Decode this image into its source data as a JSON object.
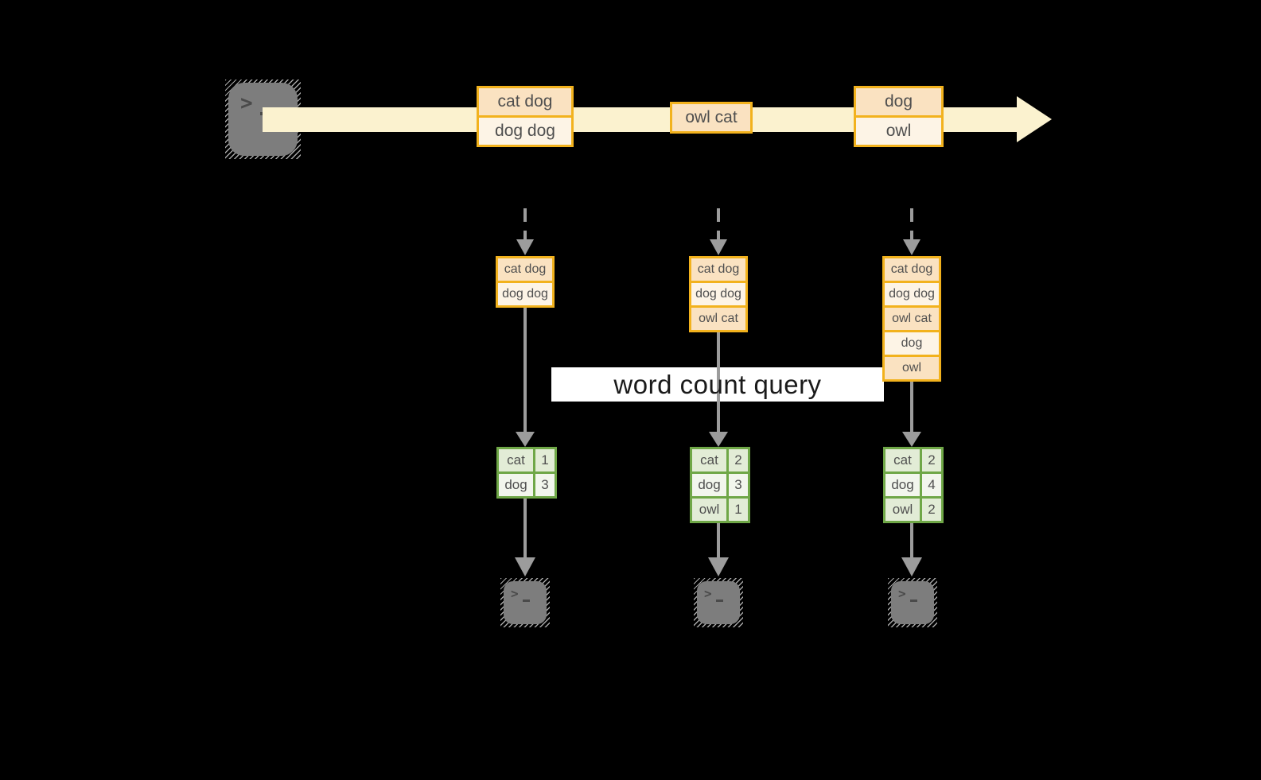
{
  "banner": {
    "label": "word count query"
  },
  "terminal": {
    "prompt_glyph": ">"
  },
  "stream": {
    "events": [
      {
        "rows": [
          "cat dog",
          "dog dog"
        ]
      },
      {
        "rows": [
          "owl cat"
        ]
      },
      {
        "rows": [
          "dog",
          "owl"
        ]
      }
    ]
  },
  "columns": [
    {
      "stack": [
        "cat dog",
        "dog dog"
      ],
      "counts": [
        {
          "word": "cat",
          "count": "1"
        },
        {
          "word": "dog",
          "count": "3"
        }
      ]
    },
    {
      "stack": [
        "cat dog",
        "dog dog",
        "owl cat"
      ],
      "counts": [
        {
          "word": "cat",
          "count": "2"
        },
        {
          "word": "dog",
          "count": "3"
        },
        {
          "word": "owl",
          "count": "1"
        }
      ]
    },
    {
      "stack": [
        "cat dog",
        "dog dog",
        "owl cat",
        "dog",
        "owl"
      ],
      "counts": [
        {
          "word": "cat",
          "count": "2"
        },
        {
          "word": "dog",
          "count": "4"
        },
        {
          "word": "owl",
          "count": "2"
        }
      ]
    }
  ],
  "colors": {
    "background": "#000000",
    "stream_arrow": "#fbf2cf",
    "event_border": "#f2b21d",
    "event_fill_odd": "#fae2c1",
    "event_fill_even": "#fdf4e6",
    "count_border": "#6fa747",
    "count_fill_odd": "#e2ecd6",
    "count_fill_even": "#f2f6ed",
    "connector": "#9c9c9c",
    "terminal_body": "#7d7d7d",
    "terminal_glyph": "#4a4a4a",
    "hatch": "#a8a8a8",
    "banner_bg": "#ffffff",
    "banner_text": "#1a1a1a",
    "cell_text": "#4f4f4f"
  }
}
